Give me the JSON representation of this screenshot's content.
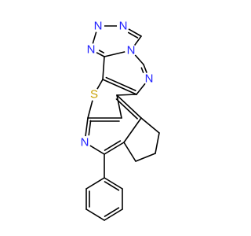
{
  "molecule": {
    "atoms": [
      {
        "id": "n_triazole_top_left",
        "element": "N",
        "color": "#2020ff"
      },
      {
        "id": "n_triazole_top_right",
        "element": "N",
        "color": "#2020ff"
      },
      {
        "id": "n_triazole_bridge",
        "element": "N",
        "color": "#2020ff"
      },
      {
        "id": "n_triazole_left",
        "element": "N",
        "color": "#2020ff"
      },
      {
        "id": "n_pyrimidine",
        "element": "N",
        "color": "#2020ff"
      },
      {
        "id": "s_thiophene",
        "element": "S",
        "color": "#c8a000"
      },
      {
        "id": "n_pyridine",
        "element": "N",
        "color": "#2020ff"
      }
    ],
    "bond_color": "#000000",
    "background": "#ffffff"
  }
}
